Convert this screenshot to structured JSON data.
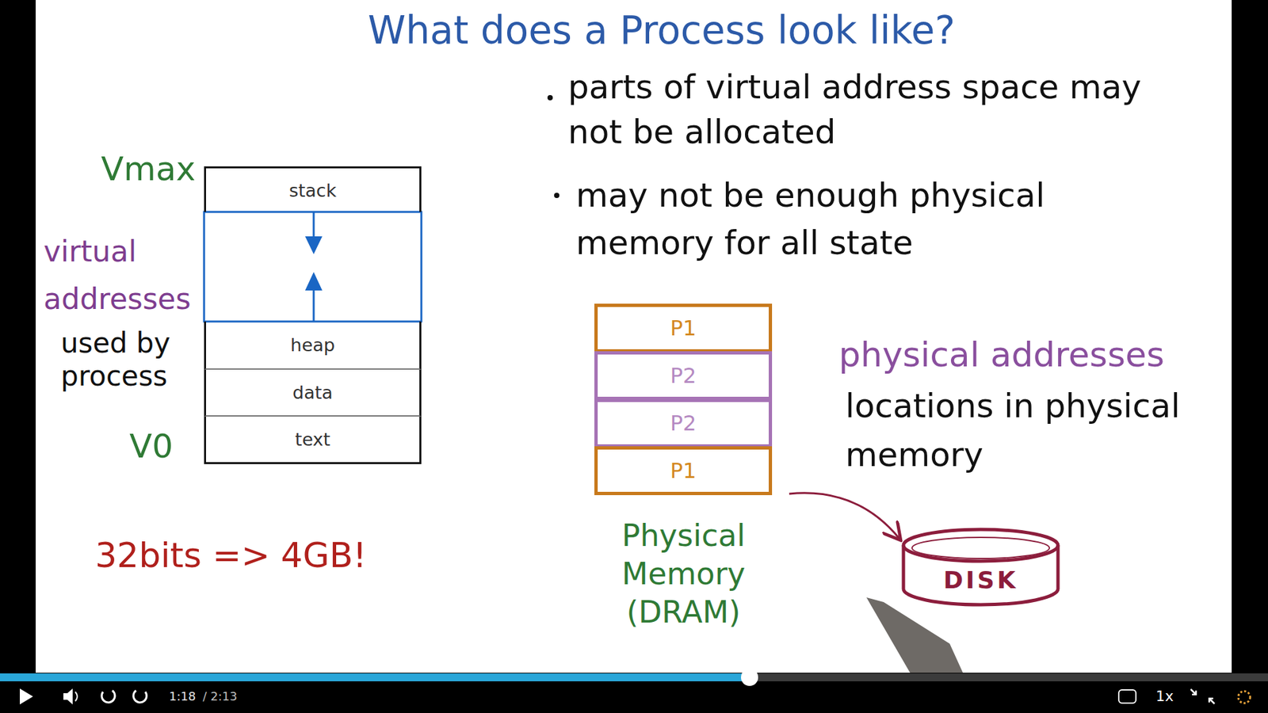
{
  "diagram": {
    "title": "What does a Process look like?",
    "nodes": [
      {
        "text": [
          "stack"
        ]
      },
      {
        "text": [
          "heap"
        ]
      },
      {
        "text": [
          "data"
        ]
      },
      {
        "text": [
          "text"
        ]
      },
      {
        "text": [
          "Physical Memory (DRAM)"
        ]
      },
      {
        "text": [
          "P1"
        ],
        "in": 4
      },
      {
        "text": [
          "P2"
        ],
        "in": 4
      },
      {
        "text": [
          "P2"
        ],
        "in": 4
      },
      {
        "text": [
          "P1"
        ],
        "in": 4
      },
      {
        "text": [
          "DISK"
        ]
      }
    ],
    "edges": [
      {
        "from": 4,
        "to": 9,
        "arrow": "to"
      }
    ],
    "labels": [
      "parts of virtual address space may not be allocated",
      "may not be enough physical memory for all state",
      "Vmax",
      "virtual addresses",
      "used by process",
      "V0",
      "32bits => 4GB!",
      "physical addresses",
      "locations in physical memory",
      "1:18",
      "/ 2:13",
      "1x"
    ]
  }
}
